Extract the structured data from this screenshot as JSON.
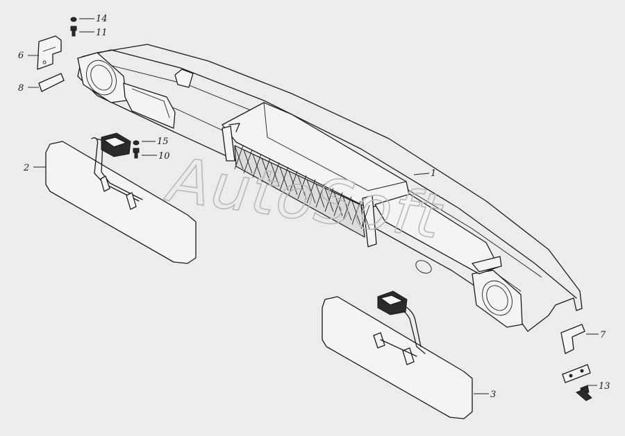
{
  "watermark": "AutoSoft",
  "callouts": [
    {
      "id": "c1",
      "label": "1"
    },
    {
      "id": "c2",
      "label": "2"
    },
    {
      "id": "c3",
      "label": "3"
    },
    {
      "id": "c6",
      "label": "6"
    },
    {
      "id": "c7",
      "label": "7"
    },
    {
      "id": "c8",
      "label": "8"
    },
    {
      "id": "c10",
      "label": "10"
    },
    {
      "id": "c11",
      "label": "11"
    },
    {
      "id": "c13",
      "label": "13"
    },
    {
      "id": "c14",
      "label": "14"
    },
    {
      "id": "c15",
      "label": "15"
    }
  ],
  "colors": {
    "background": "#ececec",
    "ink": "#1a1a1a",
    "watermark": "#b9b9b9"
  }
}
